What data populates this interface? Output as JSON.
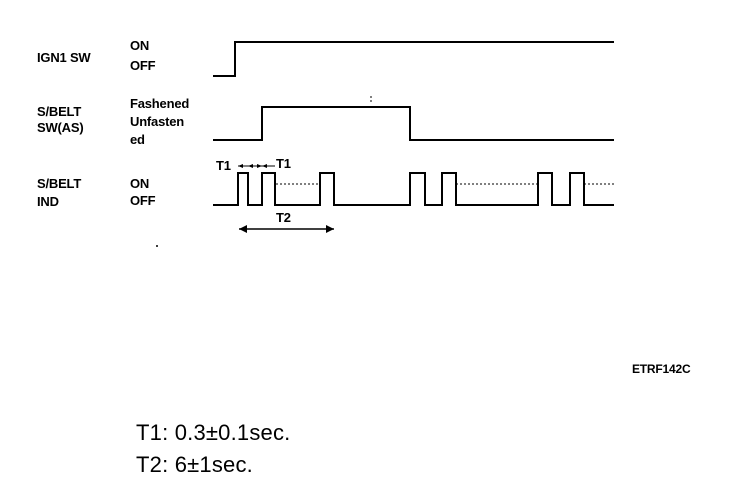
{
  "signals": {
    "ign1": {
      "name": "IGN1 SW",
      "high_state": "ON",
      "low_state": "OFF"
    },
    "belt_sw": {
      "name_line1": "S/BELT",
      "name_line2": "SW(AS)",
      "high_state": "Fashened",
      "low_state_line1": "Unfasten",
      "low_state_line2": "ed"
    },
    "belt_ind": {
      "name_line1": "S/BELT",
      "name_line2": "IND",
      "high_state": "ON",
      "low_state": "OFF"
    }
  },
  "markers": {
    "t1_left": "T1",
    "t1_right": "T1",
    "t2": "T2"
  },
  "figure_code": "ETRF142C",
  "legend": {
    "t1": "T1:  0.3±0.1sec.",
    "t2": "T2:  6±1sec."
  }
}
